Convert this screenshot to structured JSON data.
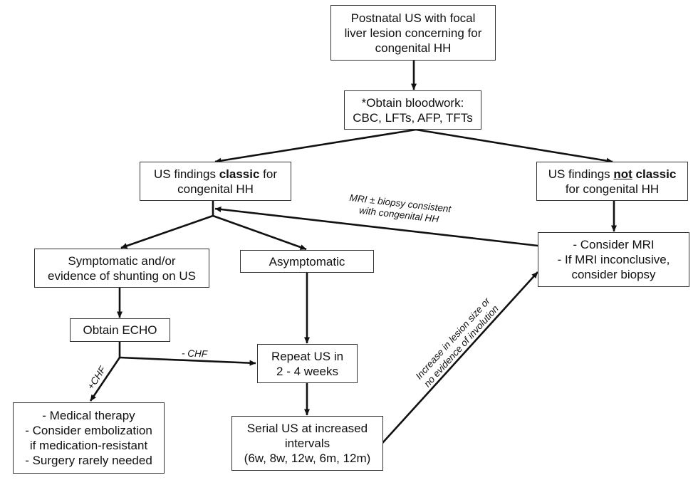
{
  "diagram": {
    "type": "flowchart",
    "colors": {
      "stroke": "#111111",
      "box_border": "#333333",
      "text": "#111111",
      "background": "#ffffff"
    },
    "nodes": {
      "postnatal_us": {
        "lines": [
          "Postnatal US with focal",
          "liver lesion concerning for",
          "congenital HH"
        ]
      },
      "bloodwork": {
        "lines": [
          "*Obtain bloodwork:",
          "CBC, LFTs, AFP, TFTs"
        ]
      },
      "classic": {
        "line1_prefix": "US findings ",
        "line1_bold": "classic",
        "line1_suffix": " for",
        "line2": "congenital HH"
      },
      "not_classic": {
        "line1_prefix": "US findings ",
        "line1_bold_underline": "not",
        "line1_bold": " classic",
        "line2": "for congenital HH"
      },
      "consider_mri": {
        "lines": [
          "- Consider MRI",
          "- If MRI inconclusive,",
          "consider biopsy"
        ]
      },
      "symptomatic": {
        "lines": [
          "Symptomatic and/or",
          "evidence of shunting on US"
        ]
      },
      "asymptomatic": {
        "lines": [
          "Asymptomatic"
        ]
      },
      "obtain_echo": {
        "lines": [
          "Obtain ECHO"
        ]
      },
      "repeat_us": {
        "lines": [
          "Repeat US in",
          "2 - 4 weeks"
        ]
      },
      "medical_therapy": {
        "lines": [
          "- Medical therapy",
          "- Consider embolization",
          "if medication-resistant",
          "- Surgery rarely needed"
        ]
      },
      "serial_us": {
        "lines": [
          "Serial US at increased",
          "intervals",
          "(6w, 8w, 12w, 6m, 12m)"
        ]
      }
    },
    "edges": [
      {
        "id": "postnatal-to-bloodwork",
        "from": "postnatal_us",
        "to": "bloodwork",
        "label": ""
      },
      {
        "id": "bloodwork-to-classic",
        "from": "bloodwork",
        "to": "classic",
        "label": ""
      },
      {
        "id": "bloodwork-to-not-classic",
        "from": "bloodwork",
        "to": "not_classic",
        "label": ""
      },
      {
        "id": "not-classic-to-mri",
        "from": "not_classic",
        "to": "consider_mri",
        "label": ""
      },
      {
        "id": "mri-to-classic",
        "from": "consider_mri",
        "to": "classic",
        "label": "mri_consistent"
      },
      {
        "id": "classic-to-symptomatic",
        "from": "classic",
        "to": "symptomatic",
        "label": ""
      },
      {
        "id": "classic-to-asymptomatic",
        "from": "classic",
        "to": "asymptomatic",
        "label": ""
      },
      {
        "id": "symptomatic-to-echo",
        "from": "symptomatic",
        "to": "obtain_echo",
        "label": ""
      },
      {
        "id": "echo-to-medical",
        "from": "obtain_echo",
        "to": "medical_therapy",
        "label": "plus_chf"
      },
      {
        "id": "echo-to-repeat",
        "from": "obtain_echo",
        "to": "repeat_us",
        "label": "minus_chf"
      },
      {
        "id": "asymptomatic-to-repeat",
        "from": "asymptomatic",
        "to": "repeat_us",
        "label": ""
      },
      {
        "id": "repeat-to-serial",
        "from": "repeat_us",
        "to": "serial_us",
        "label": ""
      },
      {
        "id": "serial-to-mri",
        "from": "serial_us",
        "to": "consider_mri",
        "label": "increase_lesion"
      }
    ],
    "edge_labels": {
      "mri_consistent": [
        "MRI ± biopsy consistent",
        "with congenital HH"
      ],
      "minus_chf": [
        "- CHF"
      ],
      "plus_chf": [
        "+CHF"
      ],
      "increase_lesion": [
        "Increase in lesion size or",
        "no evidence of involution"
      ]
    }
  }
}
